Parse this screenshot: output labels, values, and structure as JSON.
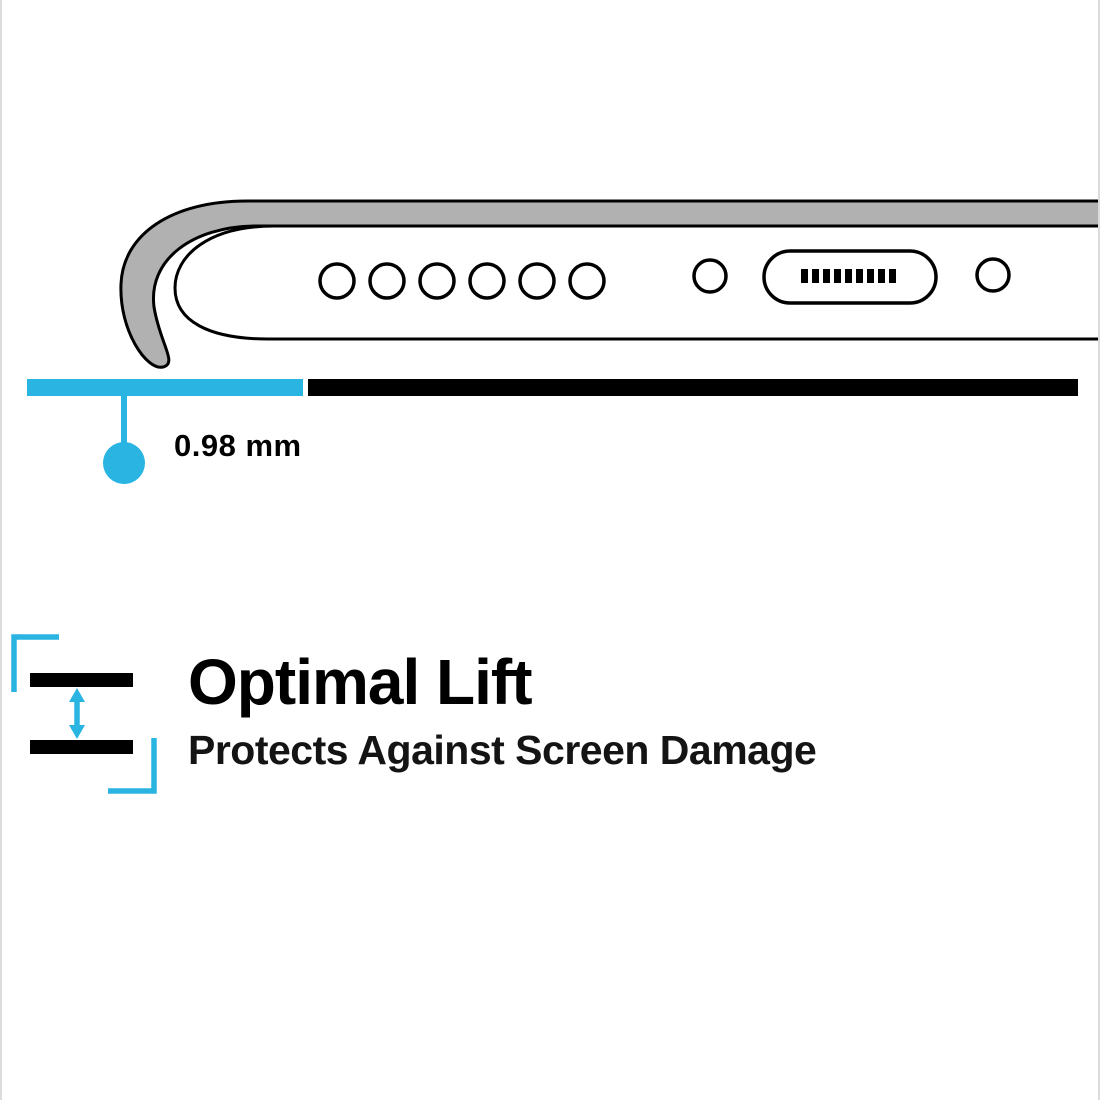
{
  "colors": {
    "accent": "#29b4e2",
    "ink": "#000000",
    "case_gray": "#b1b1b1"
  },
  "measurement": {
    "label": "0.98 mm"
  },
  "feature": {
    "title": "Optimal Lift",
    "subtitle": "Protects Against Screen Damage"
  },
  "diagram": {
    "speaker_hole_count": 6,
    "port_pin_count": 9
  }
}
